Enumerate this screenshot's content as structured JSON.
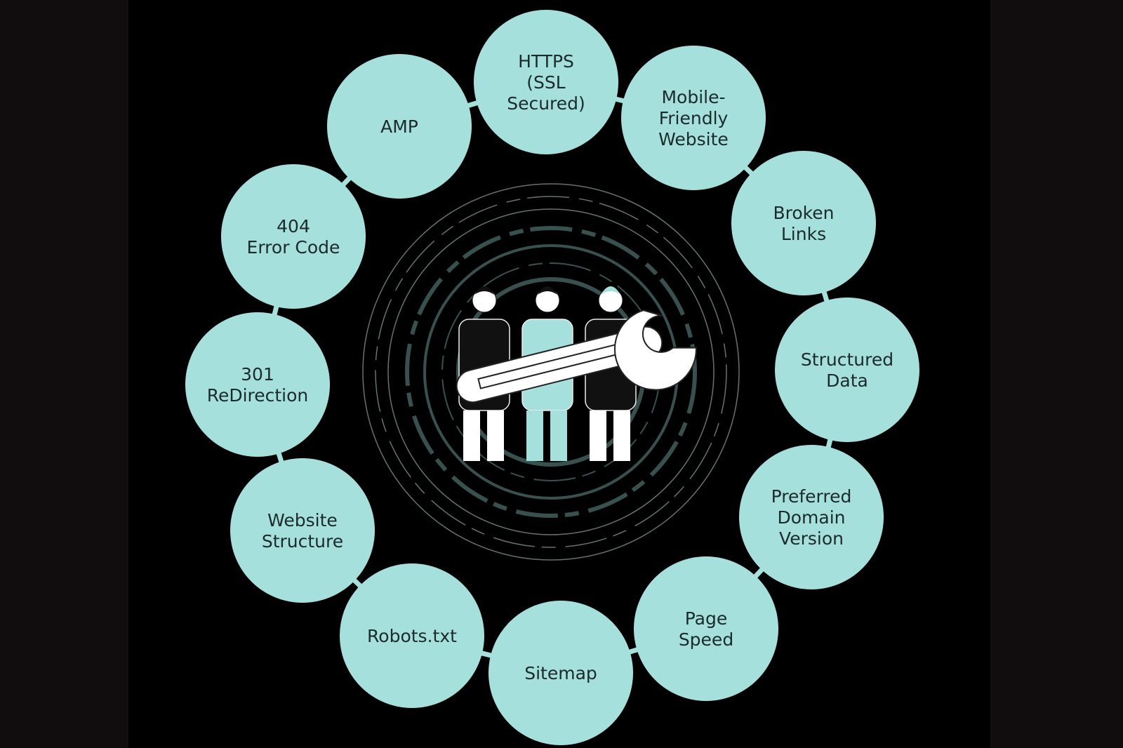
{
  "diagram": {
    "type": "radial-topic-ring",
    "colors": {
      "node": "#a6e0dc",
      "node_text": "#1b2a2b",
      "background": "#000000",
      "side_band": "#110c0e",
      "rings": "#3e5a58"
    },
    "center_illustration": "three-people-holding-wrench",
    "nodes": [
      {
        "lines": [
          "HTTPS",
          "(SSL",
          "Secured)"
        ]
      },
      {
        "lines": [
          "Mobile-",
          "Friendly",
          "Website"
        ]
      },
      {
        "lines": [
          "Broken",
          "Links"
        ]
      },
      {
        "lines": [
          "Structured",
          "Data"
        ]
      },
      {
        "lines": [
          "Preferred",
          "Domain",
          "Version"
        ]
      },
      {
        "lines": [
          "Page",
          "Speed"
        ]
      },
      {
        "lines": [
          "Sitemap"
        ]
      },
      {
        "lines": [
          "Robots.txt"
        ]
      },
      {
        "lines": [
          "Website",
          "Structure"
        ]
      },
      {
        "lines": [
          "301",
          "ReDirection"
        ]
      },
      {
        "lines": [
          "404",
          "Error Code"
        ]
      },
      {
        "lines": [
          "AMP"
        ]
      }
    ]
  }
}
